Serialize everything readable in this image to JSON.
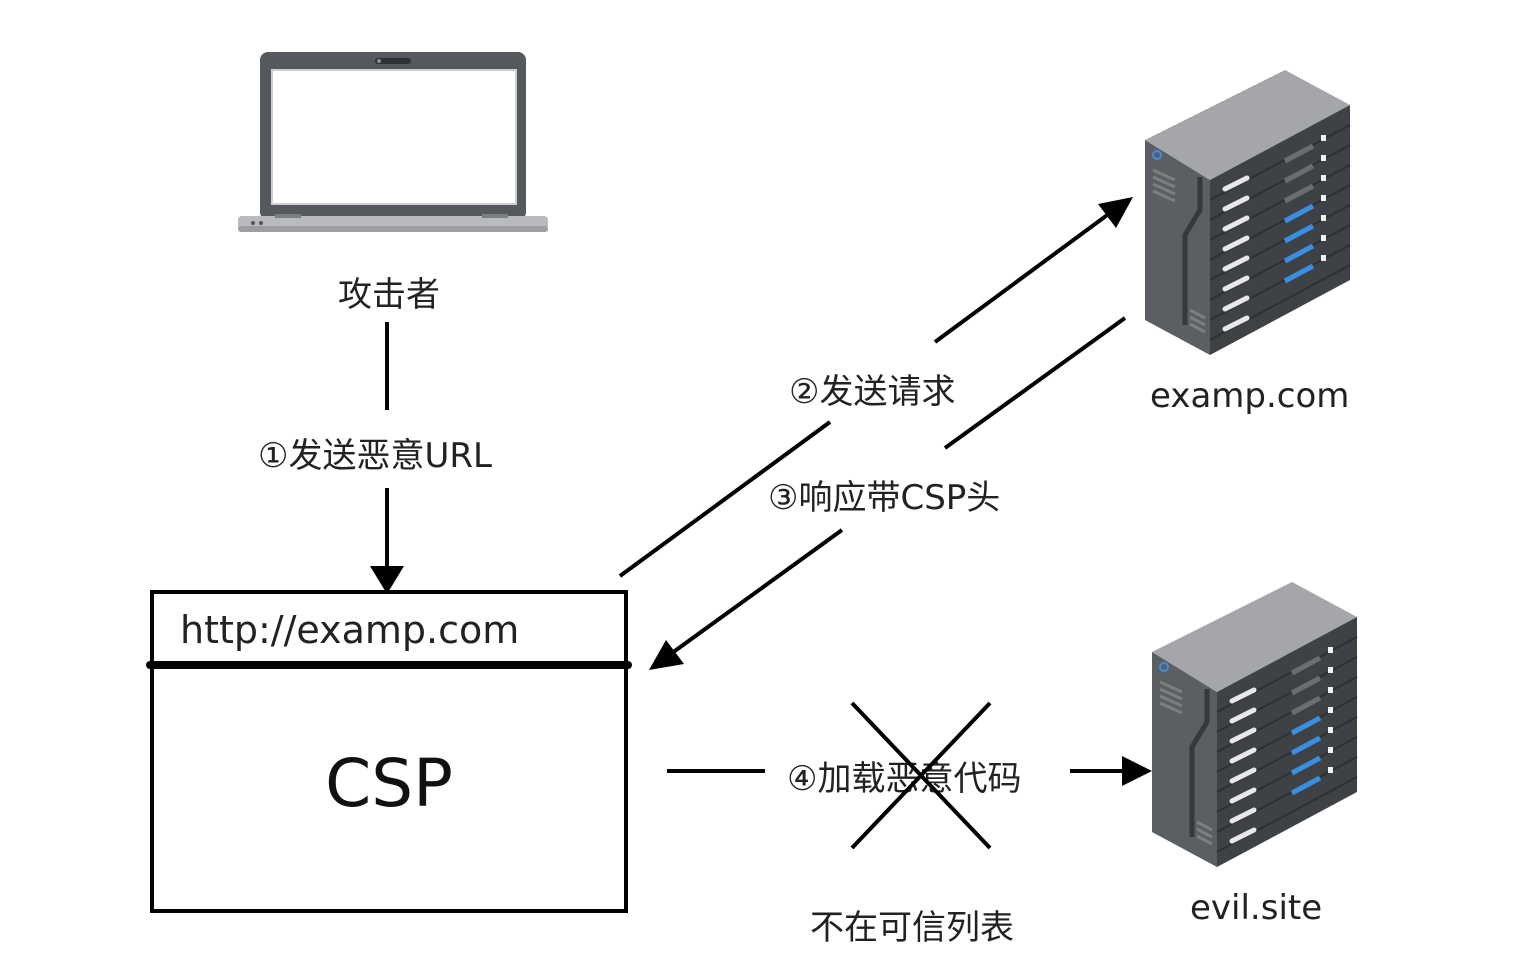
{
  "attacker": {
    "label": "攻击者",
    "icon": "laptop-icon"
  },
  "servers": {
    "examp": {
      "label": "examp.com",
      "icon": "server-icon"
    },
    "evil": {
      "label": "evil.site",
      "icon": "server-icon"
    }
  },
  "browser": {
    "url": "http://examp.com",
    "body_text": "CSP"
  },
  "steps": {
    "step1": "①发送恶意URL",
    "step2": "②发送请求",
    "step3": "③响应带CSP头",
    "step4": "④加载恶意代码"
  },
  "blocked_note": "不在可信列表",
  "colors": {
    "line": "#000000",
    "server_body": "#4a4d52",
    "server_accent": "#3b8fe0"
  }
}
